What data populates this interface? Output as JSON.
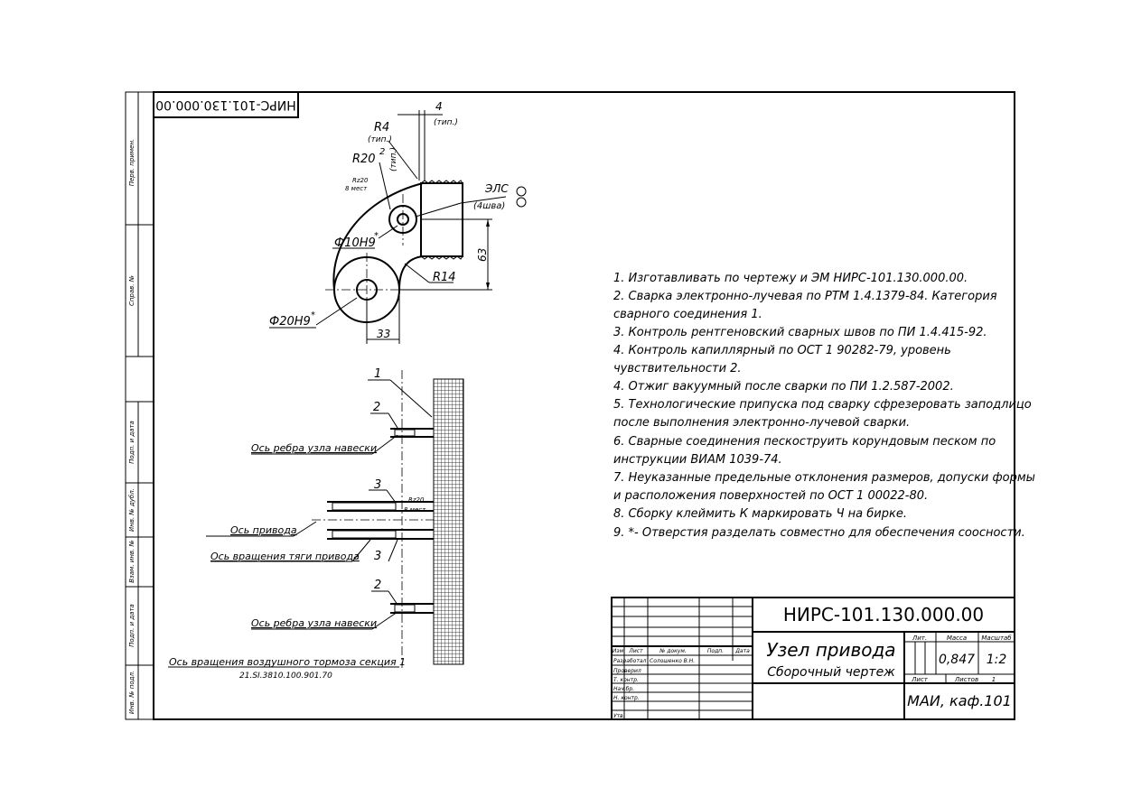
{
  "doc_code": "НИРС-101.130.000.00",
  "doc_code_rotated": "НИРС-101.130.000.00",
  "left_strip": [
    "Перв. примен.",
    "Справ. №",
    "Подп. и дата",
    "Инв. № дубл.",
    "Взам. инв. №",
    "Подп. и дата",
    "Инв. № подл."
  ],
  "top_view": {
    "r4": "R4",
    "r4_sub": "(тип.)",
    "r20": "R20",
    "r20_small": "2",
    "r20_sub": "(тип.)",
    "dim_4": "4",
    "dim_4_sub": "(тип.)",
    "rz_top": "Rz20",
    "rz_sub": "8 мест",
    "els": "ЭЛС",
    "els_sub": "(4шва)",
    "phi10": "Ф10Н9",
    "phi10_mark": "*",
    "r14": "R14",
    "dim_63": "63",
    "phi20": "Ф20Н9",
    "phi20_mark": "*",
    "dim_33": "33"
  },
  "side_view": {
    "pos1": "1",
    "pos2a": "2",
    "pos3a": "3",
    "pos3b": "3",
    "pos2b": "2",
    "rz": "Rz20",
    "rz_sub": "8 мест",
    "axis_rib_top": "Ось ребра узла навески",
    "axis_drive": "Ось привода",
    "axis_rot": "Ось вращения тяги привода",
    "axis_rib_bottom": "Ось ребра узла навески",
    "axis_brake": "Ось вращения воздушного тормоза секция  1",
    "axis_brake_code": "21.SI.3810.100.901.70"
  },
  "notes": [
    "1. Изготавливать по чертежу и ЭМ НИРС-101.130.000.00.",
    "2. Сварка электронно-лучевая по РТМ 1.4.1379-84. Категория",
    "сварного соединения 1.",
    "3. Контроль рентгеновский сварных швов по ПИ 1.4.415-92.",
    "4. Контроль капиллярный по ОСТ 1 90282-79, уровень",
    "чувствительности 2.",
    "4. Отжиг вакуумный после сварки по ПИ 1.2.587-2002.",
    "5. Технологические припуска под сварку сфрезеровать заподлицо",
    "после выполнения электронно-лучевой сварки.",
    "6. Сварные соединения пескоструить корундовым песком по",
    "инструкции ВИАМ 1039-74.",
    "7. Неуказанные предельные отклонения размеров, допуски формы",
    "и расположения поверхностей по ОСТ 1 00022-80.",
    "8. Сборку клеймить К маркировать Ч на бирке.",
    "9. *- Отверстия разделать совместно для обеспечения соосности."
  ],
  "title_block": {
    "code": "НИРС-101.130.000.00",
    "name": "Узел привода",
    "doc_type": "Сборочный чертеж",
    "h_lit": "Лит.",
    "h_mass": "Масса",
    "h_scale": "Масштаб",
    "mass": "0,847",
    "scale": "1:2",
    "sheet": "Лист",
    "sheets": "Листов",
    "sheets_val": "1",
    "org": "МАИ, каф.101",
    "cols": [
      "Изм",
      "Лист",
      "№ докум.",
      "Подп.",
      "Дата"
    ],
    "rows": [
      "Разработал",
      "Проверил",
      "Т. контр.",
      "Нач.бр.",
      "Н. контр.",
      "Утв."
    ],
    "developer": "Солошенко В.Н."
  }
}
